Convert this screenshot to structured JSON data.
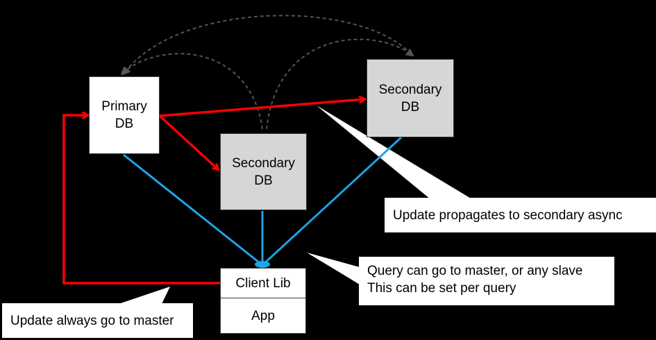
{
  "colors": {
    "background": "#000000",
    "update_path": "#ff0000",
    "query_path": "#1ba6e6",
    "replication_path": "#555555",
    "primary_fill": "#ffffff",
    "secondary_fill": "#d6d6d6",
    "callout_fill": "#ffffff"
  },
  "nodes": {
    "primary": {
      "line1": "Primary",
      "line2": "DB"
    },
    "secondary_a": {
      "line1": "Secondary",
      "line2": "DB"
    },
    "secondary_b": {
      "line1": "Secondary",
      "line2": "DB"
    },
    "client_lib": {
      "label": "Client Lib"
    },
    "app": {
      "label": "App"
    }
  },
  "callouts": {
    "async": "Update propagates to secondary async",
    "query_line1": "Query can go to master, or any slave",
    "query_line2": "This can be set per query",
    "master": "Update always go to master"
  },
  "edges": [
    {
      "from": "client_lib",
      "to": "primary",
      "type": "update"
    },
    {
      "from": "primary",
      "to": "secondary_a",
      "type": "update"
    },
    {
      "from": "primary",
      "to": "secondary_b",
      "type": "update"
    },
    {
      "from": "primary",
      "to": "client_lib",
      "type": "query"
    },
    {
      "from": "secondary_a",
      "to": "client_lib",
      "type": "query"
    },
    {
      "from": "secondary_b",
      "to": "client_lib",
      "type": "query"
    },
    {
      "from": "secondary_b",
      "to": "primary",
      "type": "replication"
    },
    {
      "from": "secondary_a",
      "to": "primary",
      "type": "replication"
    },
    {
      "from": "primary",
      "to": "secondary_b",
      "type": "replication"
    },
    {
      "from": "secondary_a",
      "to": "secondary_b",
      "type": "replication"
    }
  ]
}
